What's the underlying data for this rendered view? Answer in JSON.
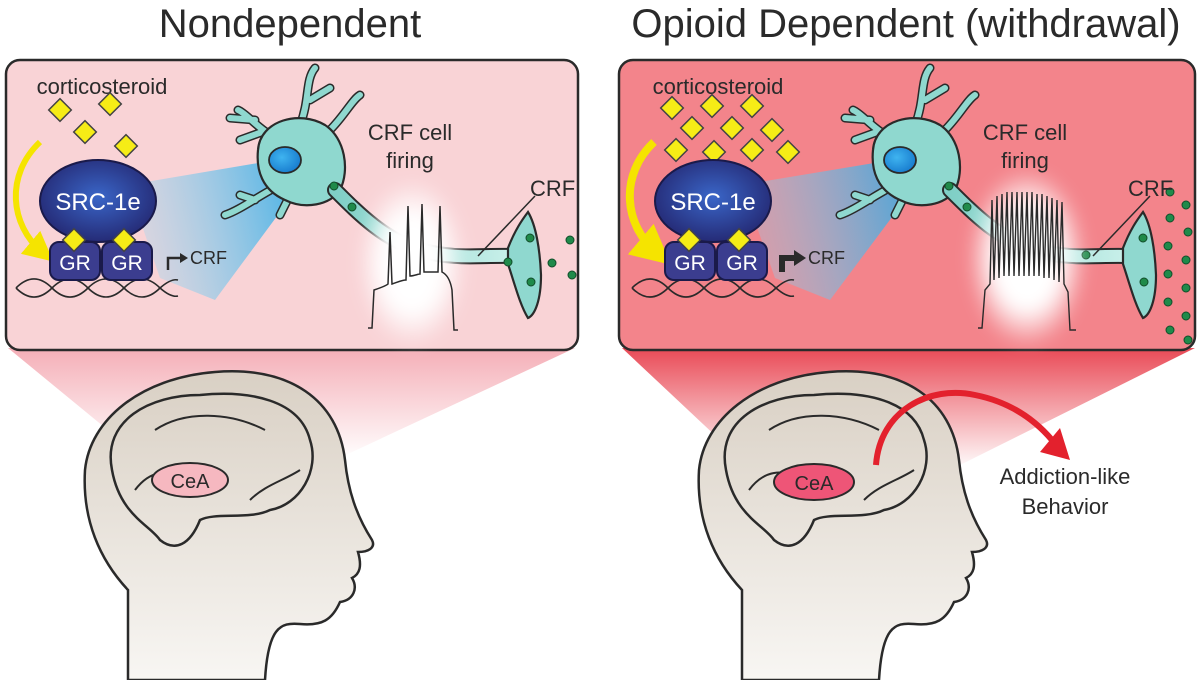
{
  "panels": {
    "left": {
      "title": "Nondependent",
      "steroid_label": "corticosteroid",
      "coactivator": "SRC-1e",
      "receptor_1": "GR",
      "receptor_2": "GR",
      "gene_label": "CRF",
      "firing_label_1": "CRF cell",
      "firing_label_2": "firing",
      "release_label": "CRF",
      "region_label": "CeA"
    },
    "right": {
      "title": "Opioid Dependent (withdrawal)",
      "steroid_label": "corticosteroid",
      "coactivator": "SRC-1e",
      "receptor_1": "GR",
      "receptor_2": "GR",
      "gene_label": "CRF",
      "firing_label_1": "CRF cell",
      "firing_label_2": "firing",
      "release_label": "CRF",
      "region_label": "CeA",
      "behavior_label_1": "Addiction-like",
      "behavior_label_2": "Behavior"
    }
  },
  "colors": {
    "left_box": "#f9d3d6",
    "right_box": "#f3848b",
    "diamond": "#f6ec16",
    "coactivator": "#2b2f8f",
    "receptor": "#3b3d8f",
    "neuron": "#8fd8cf",
    "vesicle": "#1f8a4a",
    "arrow_yellow": "#f5e400",
    "arrow_red": "#e3212d",
    "head": "#ece6dd",
    "cea_left": "#f6b8c0",
    "cea_right": "#ee5577"
  }
}
